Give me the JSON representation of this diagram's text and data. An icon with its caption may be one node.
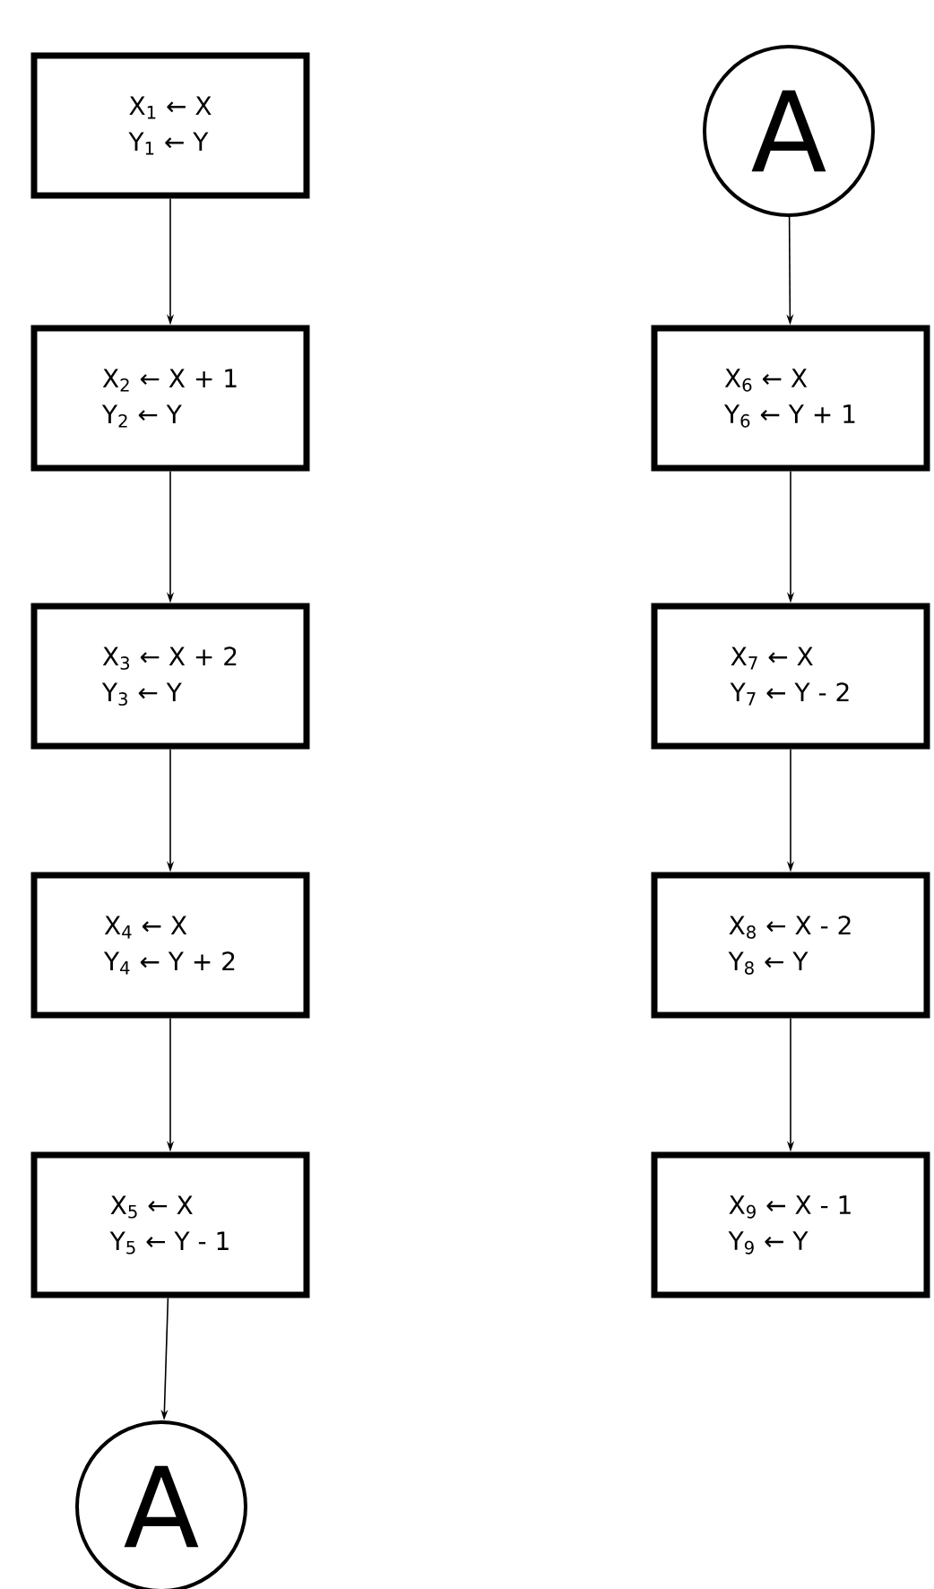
{
  "diagram": {
    "nodes": [
      {
        "text": [
          "X$_{1}$ ← X",
          "Y$_{1}$ ← Y"
        ]
      },
      {
        "text": [
          "X$_{2}$ ← X + 1",
          "Y$_{2}$ ← Y"
        ]
      },
      {
        "text": [
          "X$_{3}$ ← X + 2",
          "Y$_{3}$ ← Y"
        ]
      },
      {
        "text": [
          "X$_{4}$ ← X",
          "Y$_{4}$ ← Y + 2"
        ]
      },
      {
        "text": [
          "X$_{5}$ ← X",
          "Y$_{5}$ ← Y - 1"
        ]
      },
      {
        "text": [
          "A"
        ]
      },
      {
        "text": [
          "A"
        ]
      },
      {
        "text": [
          "X$_{6}$ ← X",
          "Y$_{6}$ ← Y + 1"
        ]
      },
      {
        "text": [
          "X$_{7}$ ← X",
          "Y$_{7}$ ← Y - 2"
        ]
      },
      {
        "text": [
          "X$_{8}$ ← X - 2",
          "Y$_{8}$ ← Y"
        ]
      },
      {
        "text": [
          "X$_{9}$ ← X - 1",
          "Y$_{9}$ ← Y"
        ]
      }
    ],
    "edges": [
      {
        "from": 0,
        "to": 1,
        "arrow": "to"
      },
      {
        "from": 1,
        "to": 2,
        "arrow": "to"
      },
      {
        "from": 2,
        "to": 3,
        "arrow": "to"
      },
      {
        "from": 3,
        "to": 4,
        "arrow": "to"
      },
      {
        "from": 4,
        "to": 5,
        "arrow": "to"
      },
      {
        "from": 6,
        "to": 7,
        "arrow": "to"
      },
      {
        "from": 7,
        "to": 8,
        "arrow": "to"
      },
      {
        "from": 8,
        "to": 9,
        "arrow": "to"
      },
      {
        "from": 9,
        "to": 10,
        "arrow": "to"
      }
    ]
  }
}
